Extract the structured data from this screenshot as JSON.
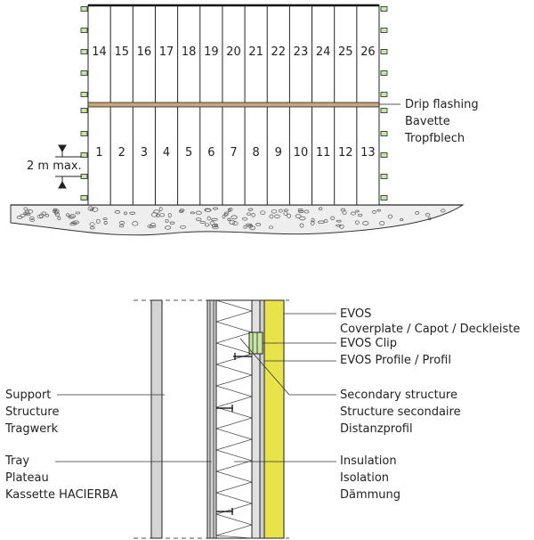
{
  "facade": {
    "upper_panels": [
      "14",
      "15",
      "16",
      "17",
      "18",
      "19",
      "20",
      "21",
      "22",
      "23",
      "24",
      "25",
      "26"
    ],
    "lower_panels": [
      "1",
      "2",
      "3",
      "4",
      "5",
      "6",
      "7",
      "8",
      "9",
      "10",
      "11",
      "12",
      "13"
    ],
    "spacing_label": "2 m max.",
    "drip_labels": [
      "Drip flashing",
      "Bavette",
      "Tropfblech"
    ]
  },
  "section": {
    "left_labels": {
      "support": [
        "Support",
        "Structure",
        "Tragwerk"
      ],
      "tray": [
        "Tray",
        "Plateau",
        "Kassette HACIERBA"
      ]
    },
    "right_labels": {
      "evos": [
        "EVOS",
        "Coverplate / Capot / Deckleiste",
        "EVOS Clip",
        "EVOS Profile / Profil"
      ],
      "secondary": [
        "Secondary structure",
        "Structure secondaire",
        "Distanzprofil"
      ],
      "insulation": [
        "Insulation",
        "Isolation",
        "Dämmung"
      ]
    }
  },
  "colors": {
    "line": "#222222",
    "clip_green": "#c8e6a0",
    "drip": "#c9a67a",
    "coverplate": "#e8e34a",
    "ground": "#e6e6e6"
  }
}
